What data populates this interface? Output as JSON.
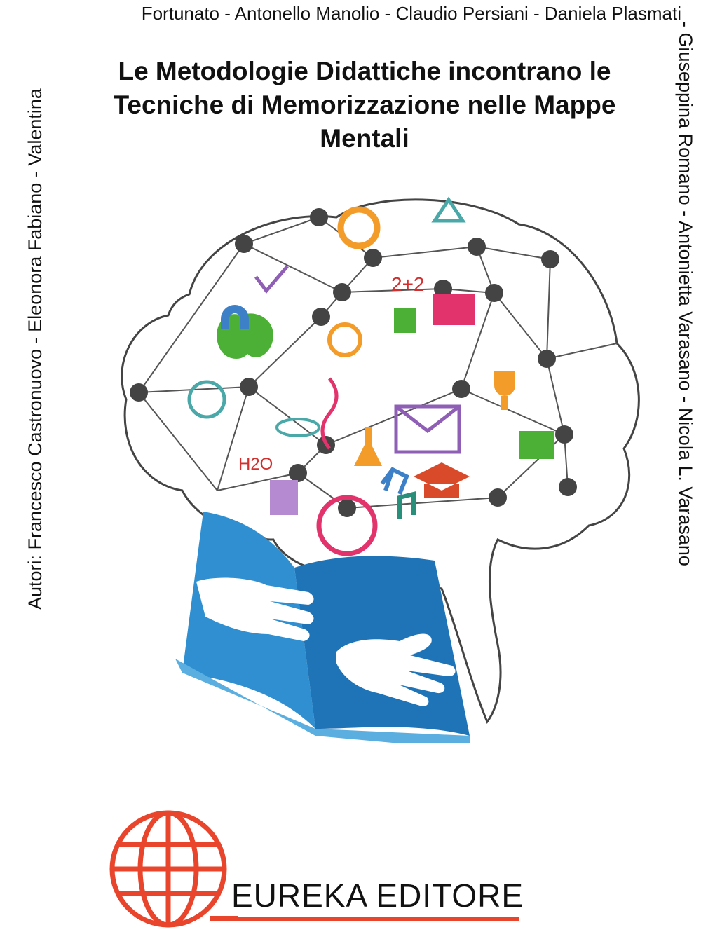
{
  "authors": {
    "top_line": "Fortunato - Antonello Manolio - Claudio Persiani - Daniela Plasmati",
    "left_line": "Autori: Francesco Castronuovo - Eleonora Fabiano - Valentina",
    "right_line": "- Giuseppina Romano - Antonietta Varasano - Nicola L. Varasano"
  },
  "title": {
    "line1": "Le Metodologie Didattiche incontrano le",
    "line2": "Tecniche di Memorizzazione nelle Mappe",
    "line3": "Mentali"
  },
  "illustration": {
    "icon": "brain-network-book-illustration",
    "math_text": "2+2",
    "formula_text": "H2O",
    "brain_stroke": "#444444",
    "book_color": "#2f8fd0"
  },
  "publisher": {
    "name": "EUREKA EDITORE",
    "logo_icon": "globe-logo-icon",
    "logo_color": "#e8452c"
  }
}
